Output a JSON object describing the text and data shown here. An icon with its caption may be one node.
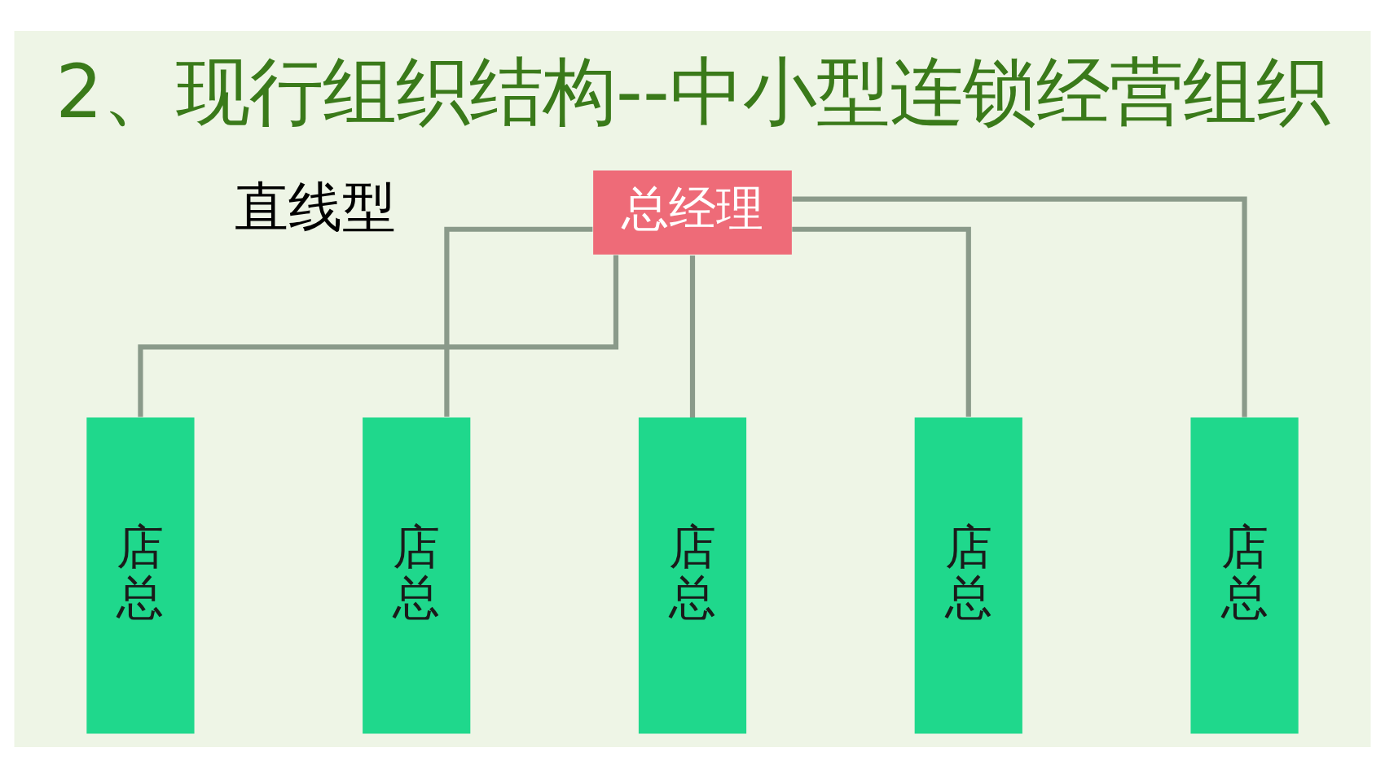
{
  "diagram": {
    "title": "2、现行组织结构--中小型连锁经营组织",
    "nodes": [
      {
        "text": [
          "总经理"
        ]
      },
      {
        "text": [
          "店总"
        ]
      },
      {
        "text": [
          "店总"
        ]
      },
      {
        "text": [
          "店总"
        ]
      },
      {
        "text": [
          "店总"
        ]
      },
      {
        "text": [
          "店总"
        ]
      }
    ],
    "edges": [
      {
        "from": 0,
        "to": 1,
        "arrow": "none"
      },
      {
        "from": 0,
        "to": 2,
        "arrow": "none"
      },
      {
        "from": 0,
        "to": 3,
        "arrow": "none"
      },
      {
        "from": 0,
        "to": 4,
        "arrow": "none"
      },
      {
        "from": 0,
        "to": 5,
        "arrow": "none"
      }
    ],
    "labels": [
      "直线型"
    ]
  }
}
